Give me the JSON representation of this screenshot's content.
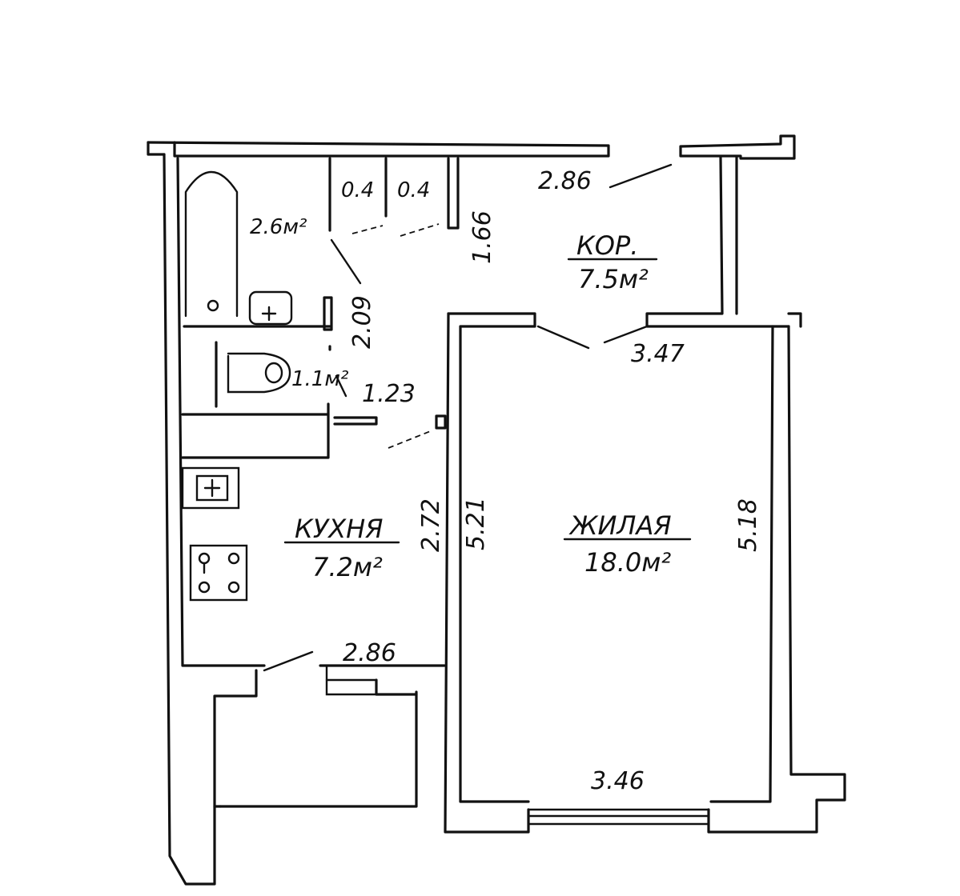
{
  "colors": {
    "ink": "#111111",
    "paper": "#ffffff"
  },
  "rooms": {
    "corridor": {
      "name": "КОР.",
      "area": "7.5м²"
    },
    "kitchen": {
      "name": "КУХНЯ",
      "area": "7.2м²"
    },
    "living": {
      "name": "ЖИЛАЯ",
      "area": "18.0м²"
    },
    "bathroom": {
      "area": "2.6м²"
    },
    "toilet": {
      "area": "1.1м²"
    }
  },
  "dimensions": {
    "closet_left": "0.4",
    "closet_right": "0.4",
    "corridor_top": "2.86",
    "corridor_side": "1.66",
    "bath_side": "2.09",
    "living_top": "3.47",
    "toilet_width": "1.23",
    "kitchen_side": "2.72",
    "living_left": "5.21",
    "living_right": "5.18",
    "kitchen_bottom": "2.86",
    "living_bottom": "3.46"
  },
  "icons": [
    "bathtub-icon",
    "sink-icon",
    "toilet-icon",
    "kitchen-sink-icon",
    "stove-icon"
  ]
}
